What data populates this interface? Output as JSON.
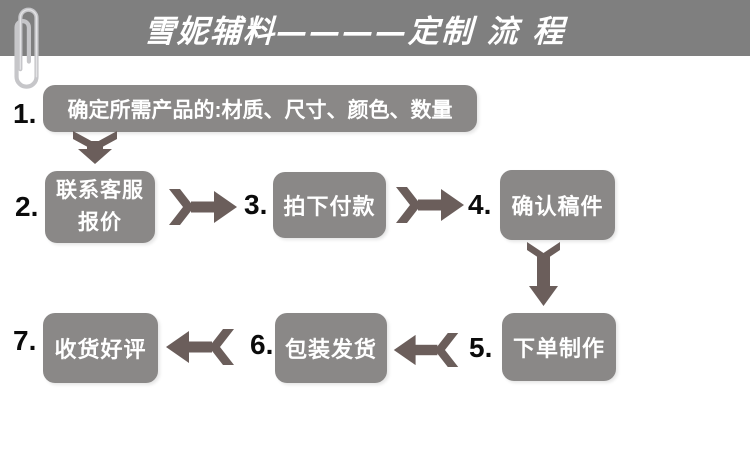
{
  "header": {
    "title": "雪妮辅料————定制 流 程"
  },
  "steps": [
    {
      "num": "1.",
      "label": "确定所需产品的:材质、尺寸、颜色、数量"
    },
    {
      "num": "2.",
      "label": "联系客服\n报价"
    },
    {
      "num": "3.",
      "label": "拍下付款"
    },
    {
      "num": "4.",
      "label": "确认稿件"
    },
    {
      "num": "5.",
      "label": "下单制作"
    },
    {
      "num": "6.",
      "label": "包装发货"
    },
    {
      "num": "7.",
      "label": "收货好评"
    }
  ],
  "icons": {
    "paperclip": "paperclip-icon",
    "arrow_1_to_2": "down-arrow-icon",
    "arrow_2_to_3": "right-arrow-icon",
    "arrow_3_to_4": "right-arrow-icon",
    "arrow_4_to_5": "down-arrow-icon",
    "arrow_5_to_6": "left-arrow-icon",
    "arrow_6_to_7": "left-arrow-icon"
  },
  "colors": {
    "banner": "#7f7f7f",
    "box": "#8a8887",
    "arrow": "#6b5e5b",
    "box_text": "#ffffff",
    "number_text": "#0b0b0b",
    "paperclip": "#c6c6c9"
  }
}
